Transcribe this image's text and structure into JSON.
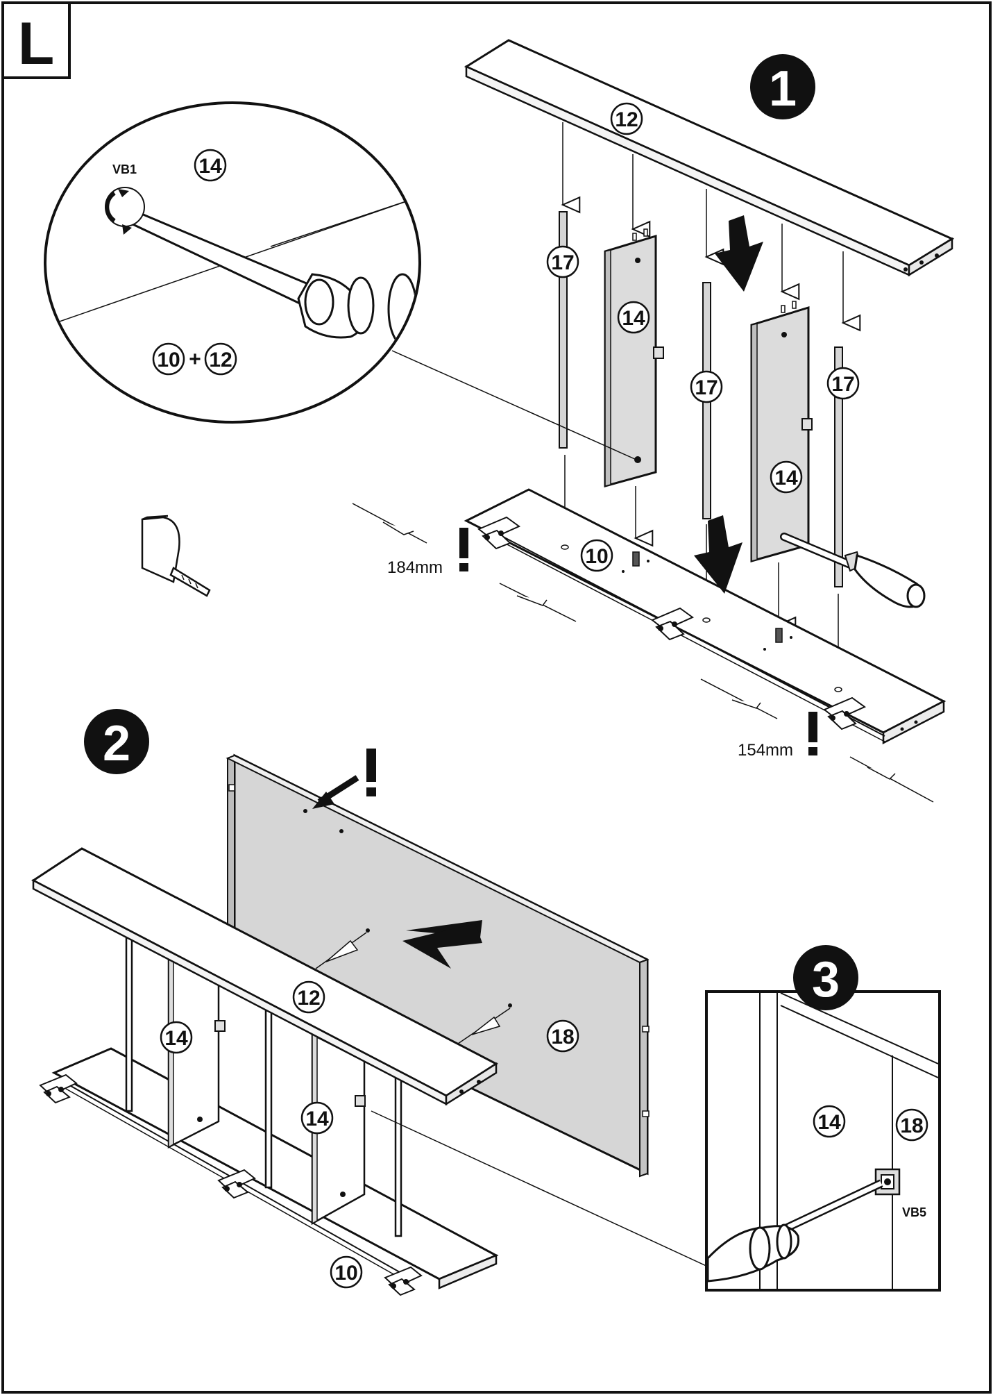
{
  "page": {
    "section_letter": "L"
  },
  "steps": {
    "step1": "1",
    "step2": "2",
    "step3": "3"
  },
  "parts": {
    "p10": "10",
    "p12": "12",
    "p14": "14",
    "p17": "17",
    "p18": "18"
  },
  "fittings": {
    "vb1": "VB1",
    "vb5": "VB5"
  },
  "detail1": {
    "plus_sign": "+"
  },
  "measurements": {
    "m184": "184mm",
    "m154": "154mm"
  },
  "warning_mark": "!",
  "colors": {
    "line": "#111111",
    "panel_grey": "#d6d6d6",
    "panel_light": "#efefef",
    "arrow_fill": "#111111"
  },
  "icons": {
    "tape_measure": "tape-measure-icon",
    "screwdriver": "screwdriver-icon",
    "down_arrow": "down-arrow-icon",
    "warning": "warning-icon"
  }
}
